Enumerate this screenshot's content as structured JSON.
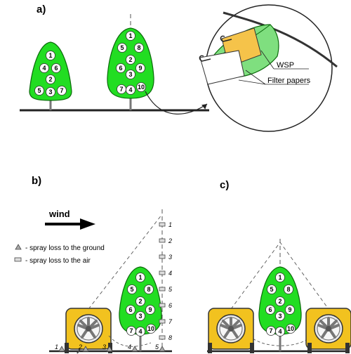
{
  "labels": {
    "panel_a": "a)",
    "panel_b": "b)",
    "panel_c": "c)"
  },
  "wind": "wind",
  "legend": {
    "ground": "- spray loss to the ground",
    "air": "- spray loss to the air"
  },
  "callouts": {
    "wsp": "WSP",
    "filter": "Filter papers"
  },
  "small_tree_positions": [
    "1",
    "4",
    "6",
    "2",
    "5",
    "3",
    "7"
  ],
  "large_tree_positions": [
    "1",
    "5",
    "8",
    "2",
    "6",
    "3",
    "9",
    "7",
    "4",
    "10"
  ],
  "air_collectors": [
    "1",
    "2",
    "3",
    "4",
    "5",
    "6",
    "7",
    "8"
  ],
  "ground_collectors": [
    "1",
    "2",
    "3",
    "4",
    "5"
  ],
  "colors": {
    "foliage": "#22dd22",
    "sprayer": "#f2c21f",
    "ground": "#333333"
  }
}
